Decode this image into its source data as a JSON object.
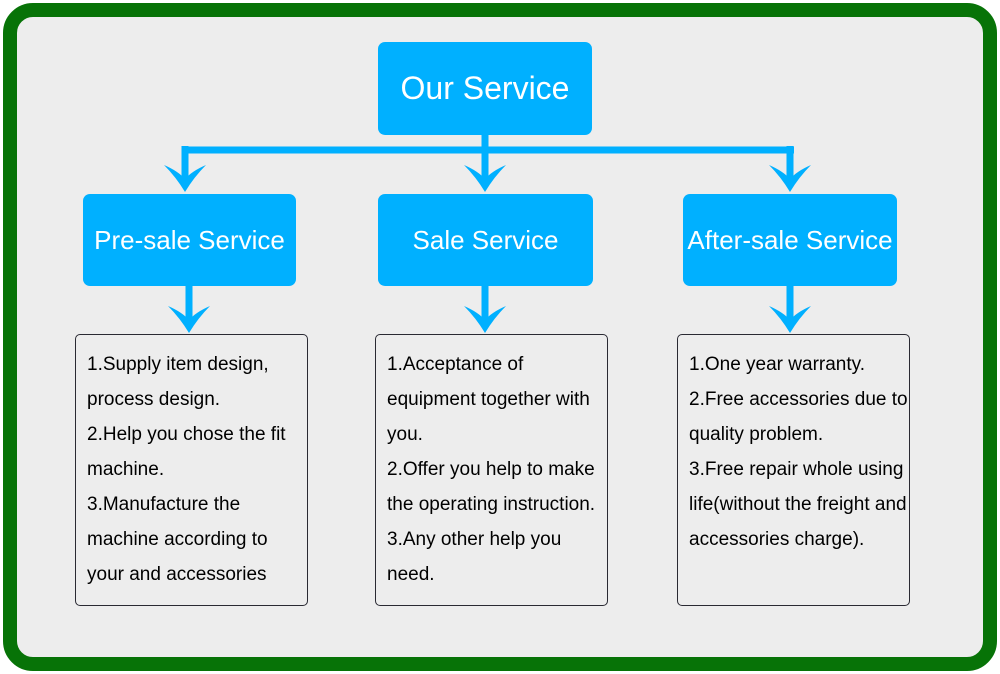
{
  "colors": {
    "accent": "#00B0FF",
    "frame_border": "#077307",
    "canvas_bg": "#EDEDED",
    "node_text": "#FFFFFF",
    "detail_text": "#000000",
    "detail_border": "#2a2a33",
    "page_bg": "#FFFFFF"
  },
  "root": {
    "label": "Our Service"
  },
  "branches": [
    {
      "label": "Pre-sale Service",
      "items": [
        "1.Supply item design, process design.",
        "2.Help you chose the fit machine.",
        "3.Manufacture the machine according to your and accessories"
      ]
    },
    {
      "label": "Sale Service",
      "items": [
        "1.Acceptance of equipment together with you.",
        "2.Offer you help to make the operating instruction.",
        "3.Any other help you need."
      ]
    },
    {
      "label": "After-sale Service",
      "items": [
        "1.One year warranty.",
        "2.Free accessories due to quality problem.",
        "3.Free repair whole using life(without the freight and accessories charge)."
      ]
    }
  ]
}
